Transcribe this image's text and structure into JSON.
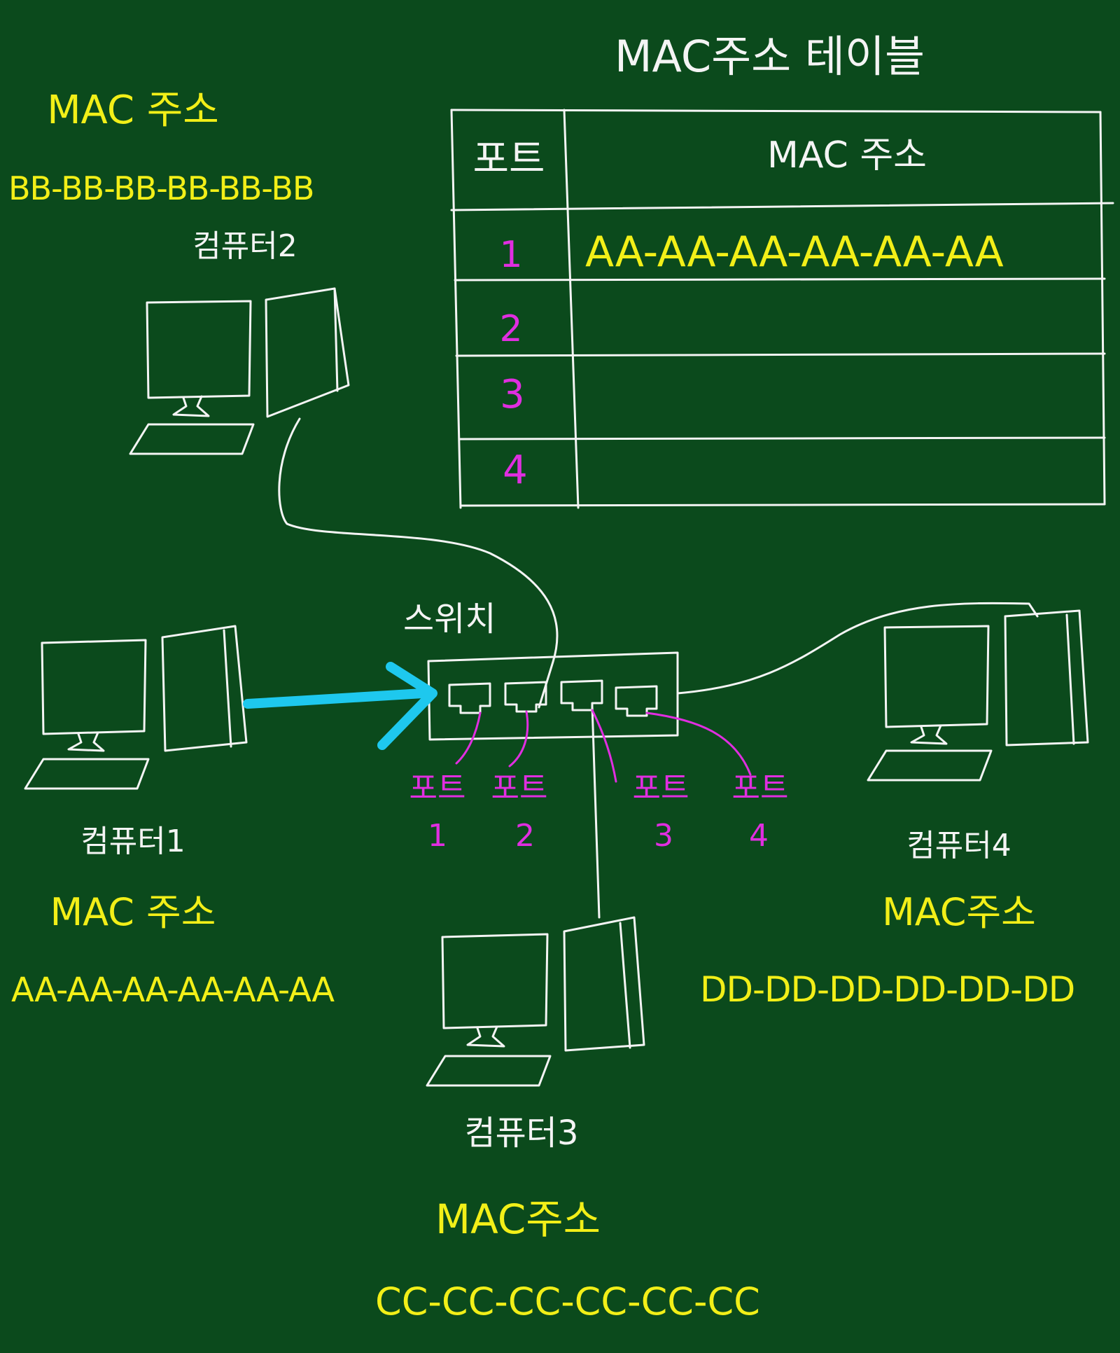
{
  "colors": {
    "board": "#0b4a1c",
    "chalk": "#f4f4f4",
    "yellow": "#f2ef18",
    "magenta": "#e02ee0",
    "arrow": "#1ec8ee"
  },
  "table": {
    "title": "MAC주소 테이블",
    "header_port": "포트",
    "header_mac": "MAC 주소",
    "rows": [
      {
        "port": "1",
        "mac": "AA-AA-AA-AA-AA-AA"
      },
      {
        "port": "2",
        "mac": ""
      },
      {
        "port": "3",
        "mac": ""
      },
      {
        "port": "4",
        "mac": ""
      }
    ]
  },
  "switch": {
    "label": "스위치",
    "ports": [
      {
        "label": "포트",
        "number": "1"
      },
      {
        "label": "포트",
        "number": "2"
      },
      {
        "label": "포트",
        "number": "3"
      },
      {
        "label": "포트",
        "number": "4"
      }
    ]
  },
  "computers": [
    {
      "id": "pc1",
      "name": "컴퓨터1",
      "mac_label": "MAC 주소",
      "mac": "AA-AA-AA-AA-AA-AA",
      "icon": "desktop-computer-icon"
    },
    {
      "id": "pc2",
      "name": "컴퓨터2",
      "mac_label": "MAC 주소",
      "mac": "BB-BB-BB-BB-BB-BB",
      "icon": "desktop-computer-icon"
    },
    {
      "id": "pc3",
      "name": "컴퓨터3",
      "mac_label": "MAC주소",
      "mac": "CC-CC-CC-CC-CC-CC",
      "icon": "desktop-computer-icon"
    },
    {
      "id": "pc4",
      "name": "컴퓨터4",
      "mac_label": "MAC주소",
      "mac": "DD-DD-DD-DD-DD-DD",
      "icon": "desktop-computer-icon"
    }
  ]
}
